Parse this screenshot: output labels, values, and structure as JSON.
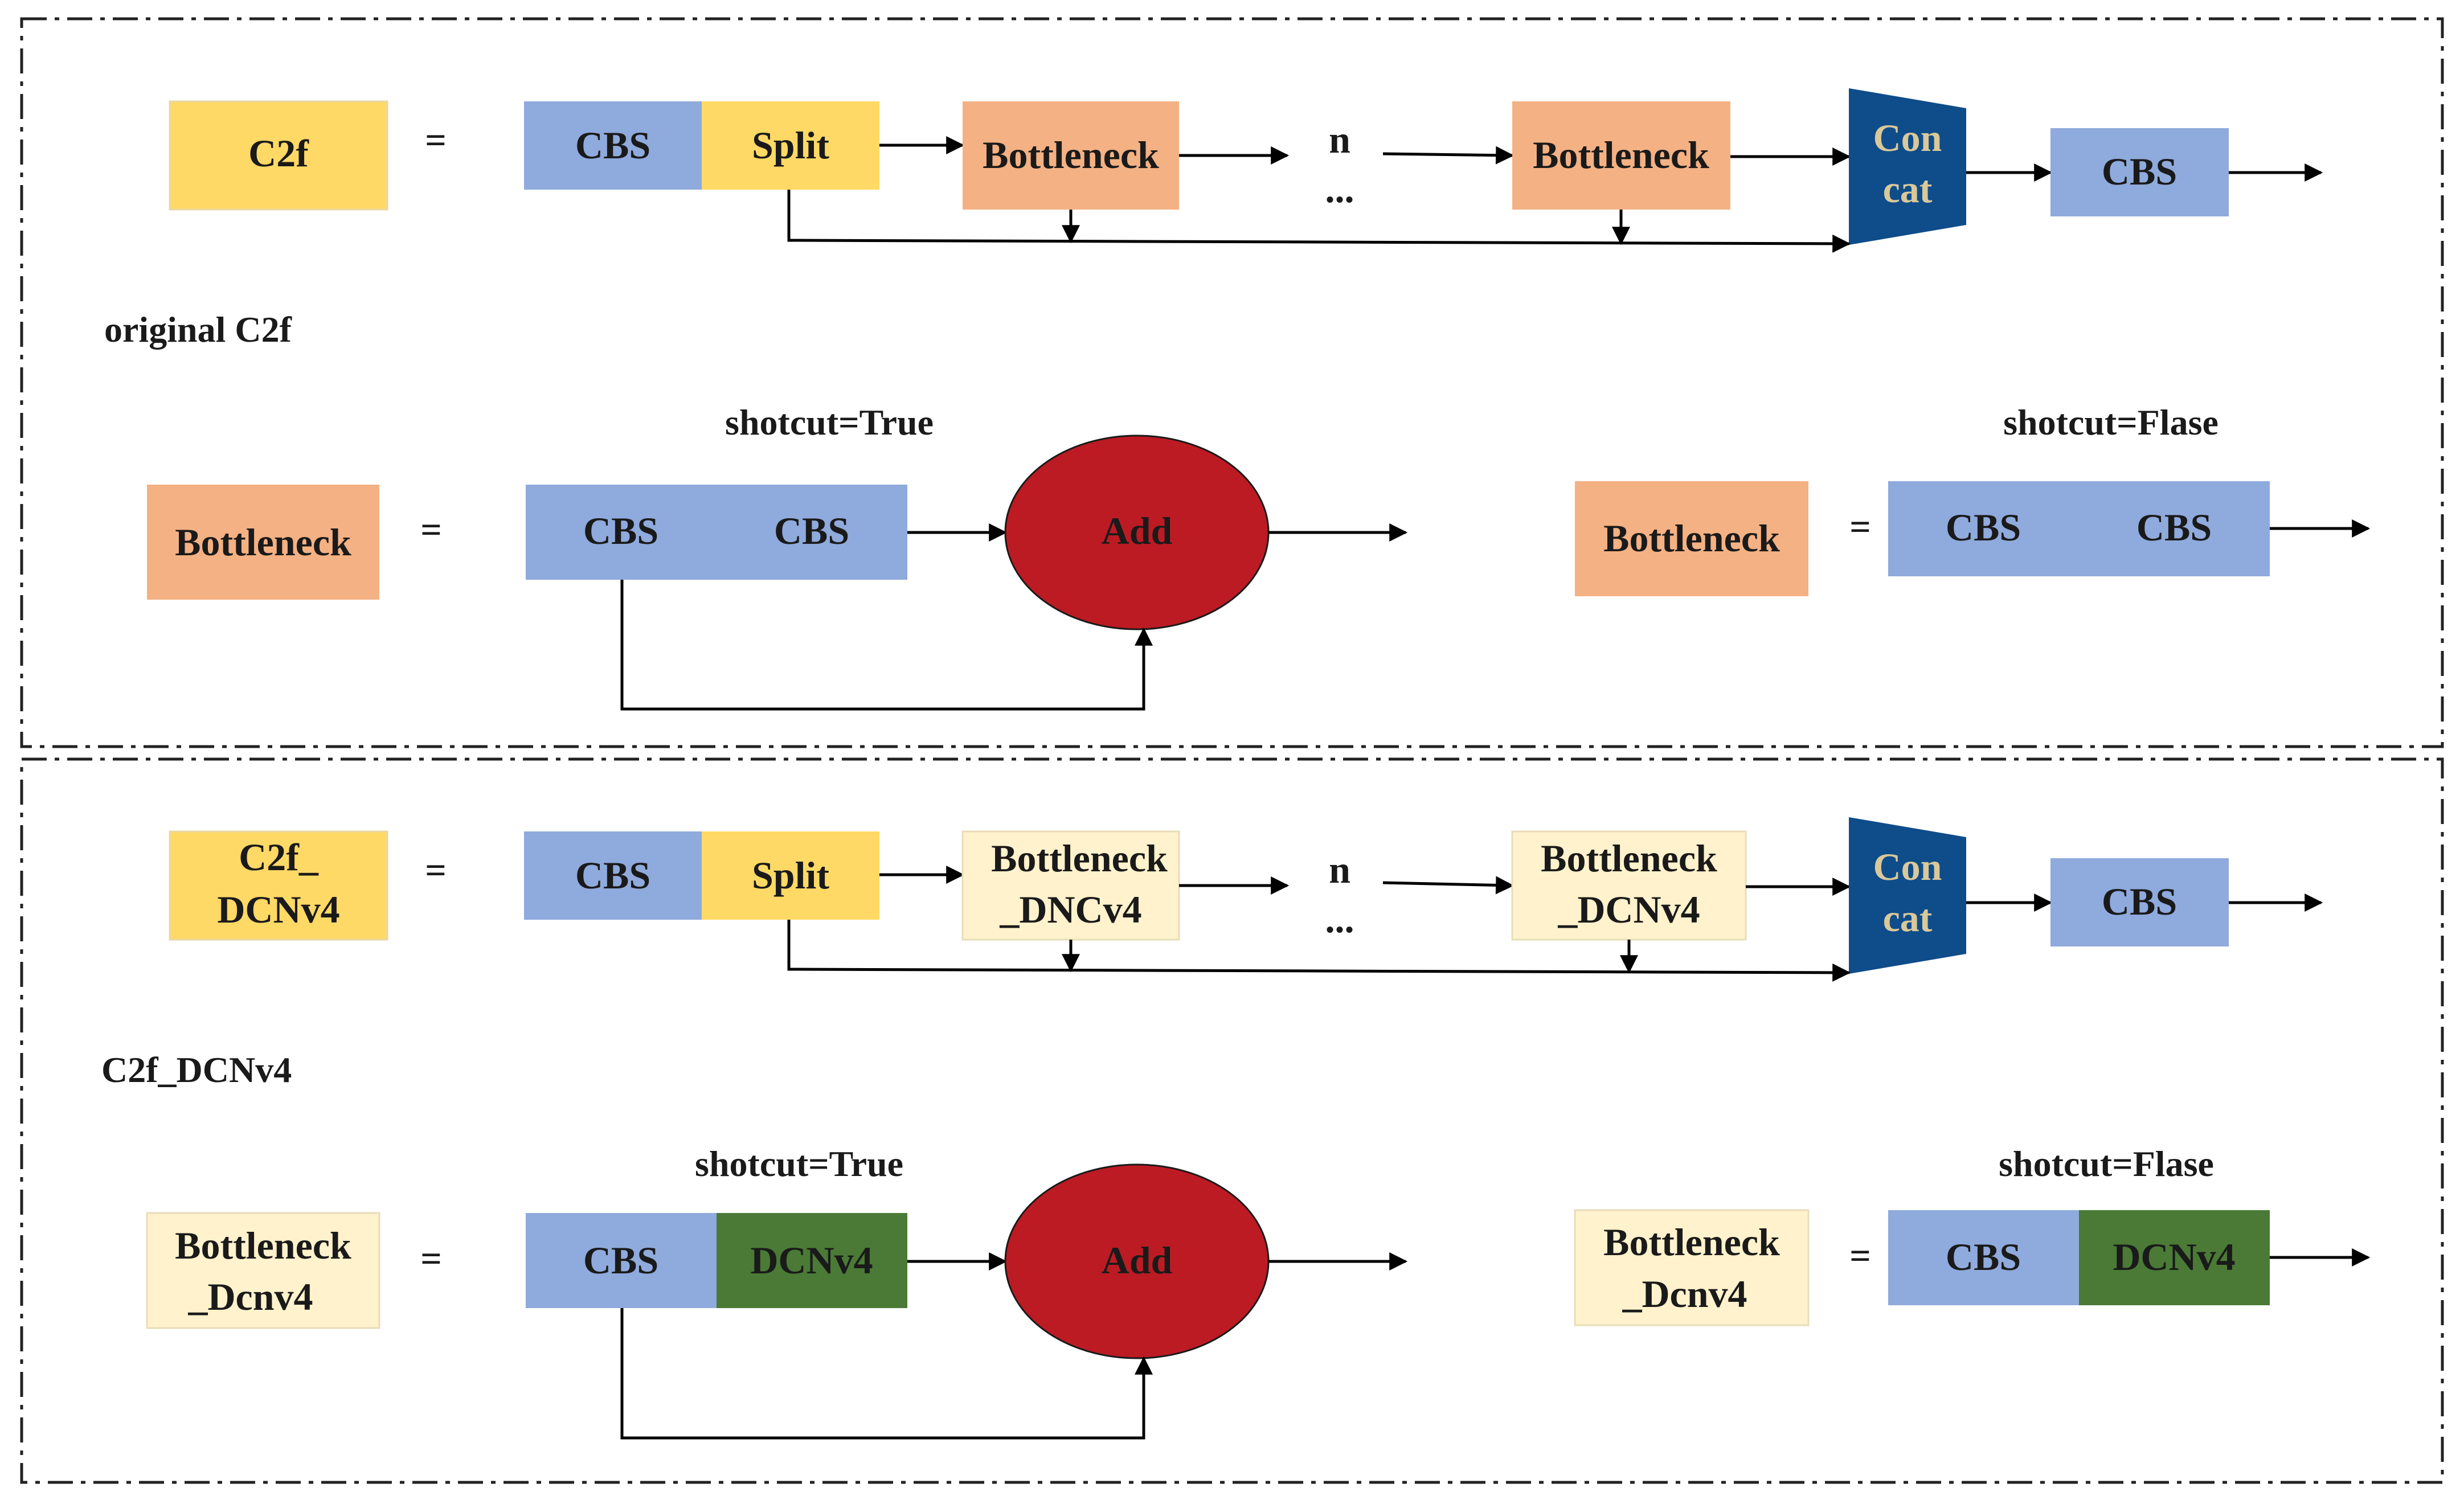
{
  "colors": {
    "c2f_yellow": "#FFD966",
    "cbs_blue": "#8FAADC",
    "bottleneck_orange": "#F4B183",
    "bottleneck_dcn_cream": "#FFF2CC",
    "concat_navy": "#0F4C8A",
    "concat_text": "#D9C89A",
    "add_red": "#BC1B24",
    "dcnv4_green": "#4A7A36"
  },
  "original": {
    "section_label": "original C2f",
    "row1": {
      "module": "C2f",
      "eq": "=",
      "cbs": "CBS",
      "split": "Split",
      "bottleneck_a": "Bottleneck",
      "n": "n",
      "dots": "...",
      "bottleneck_b": "Bottleneck",
      "concat_line1": "Con",
      "concat_line2": "cat",
      "cbs_out": "CBS"
    },
    "row2": {
      "shortcut_true": "shotcut=True",
      "shortcut_false": "shotcut=Flase",
      "module_a": "Bottleneck",
      "eq_a": "=",
      "cbs1": "CBS",
      "cbs2": "CBS",
      "add": "Add",
      "module_b": "Bottleneck",
      "eq_b": "=",
      "cbs3": "CBS",
      "cbs4": "CBS"
    }
  },
  "dcnv4": {
    "section_label": "C2f_DCNv4",
    "row1": {
      "module_line1": "C2f_",
      "module_line2": "DCNv4",
      "eq": "=",
      "cbs": "CBS",
      "split": "Split",
      "bottleneck_a_line1": "Bottleneck",
      "bottleneck_a_line2": "_DNCv4",
      "n": "n",
      "dots": "...",
      "bottleneck_b_line1": "Bottleneck",
      "bottleneck_b_line2": "_DCNv4",
      "concat_line1": "Con",
      "concat_line2": "cat",
      "cbs_out": "CBS"
    },
    "row2": {
      "shortcut_true": "shotcut=True",
      "shortcut_false": "shotcut=Flase",
      "module_a_line1": "Bottleneck",
      "module_a_line2": "_Dcnv4",
      "eq_a": "=",
      "cbs1": "CBS",
      "dcn1": "DCNv4",
      "add": "Add",
      "module_b_line1": "Bottleneck",
      "module_b_line2": "_Dcnv4",
      "eq_b": "=",
      "cbs2": "CBS",
      "dcn2": "DCNv4"
    }
  }
}
